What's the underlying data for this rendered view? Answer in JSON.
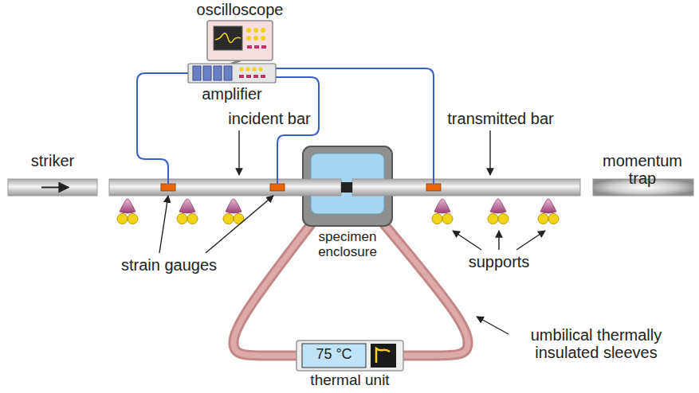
{
  "diagram": {
    "nodes": [
      {
        "text": [
          "oscilloscope"
        ]
      },
      {
        "text": [
          "amplifier"
        ]
      },
      {
        "text": [
          "specimen enclosure"
        ]
      },
      {
        "text": [
          "75 °C",
          "thermal unit"
        ]
      }
    ],
    "edges": [
      {
        "from": 1,
        "to": 0,
        "arrow": "none"
      },
      {
        "from": 2,
        "to": 3,
        "arrow": "none"
      },
      {
        "from": 2,
        "to": 3,
        "arrow": "none"
      }
    ],
    "labels": [
      "striker",
      "incident bar",
      "transmitted bar",
      "momentum trap",
      "strain gauges",
      "supports",
      "umbilical thermally insulated sleeves"
    ]
  }
}
